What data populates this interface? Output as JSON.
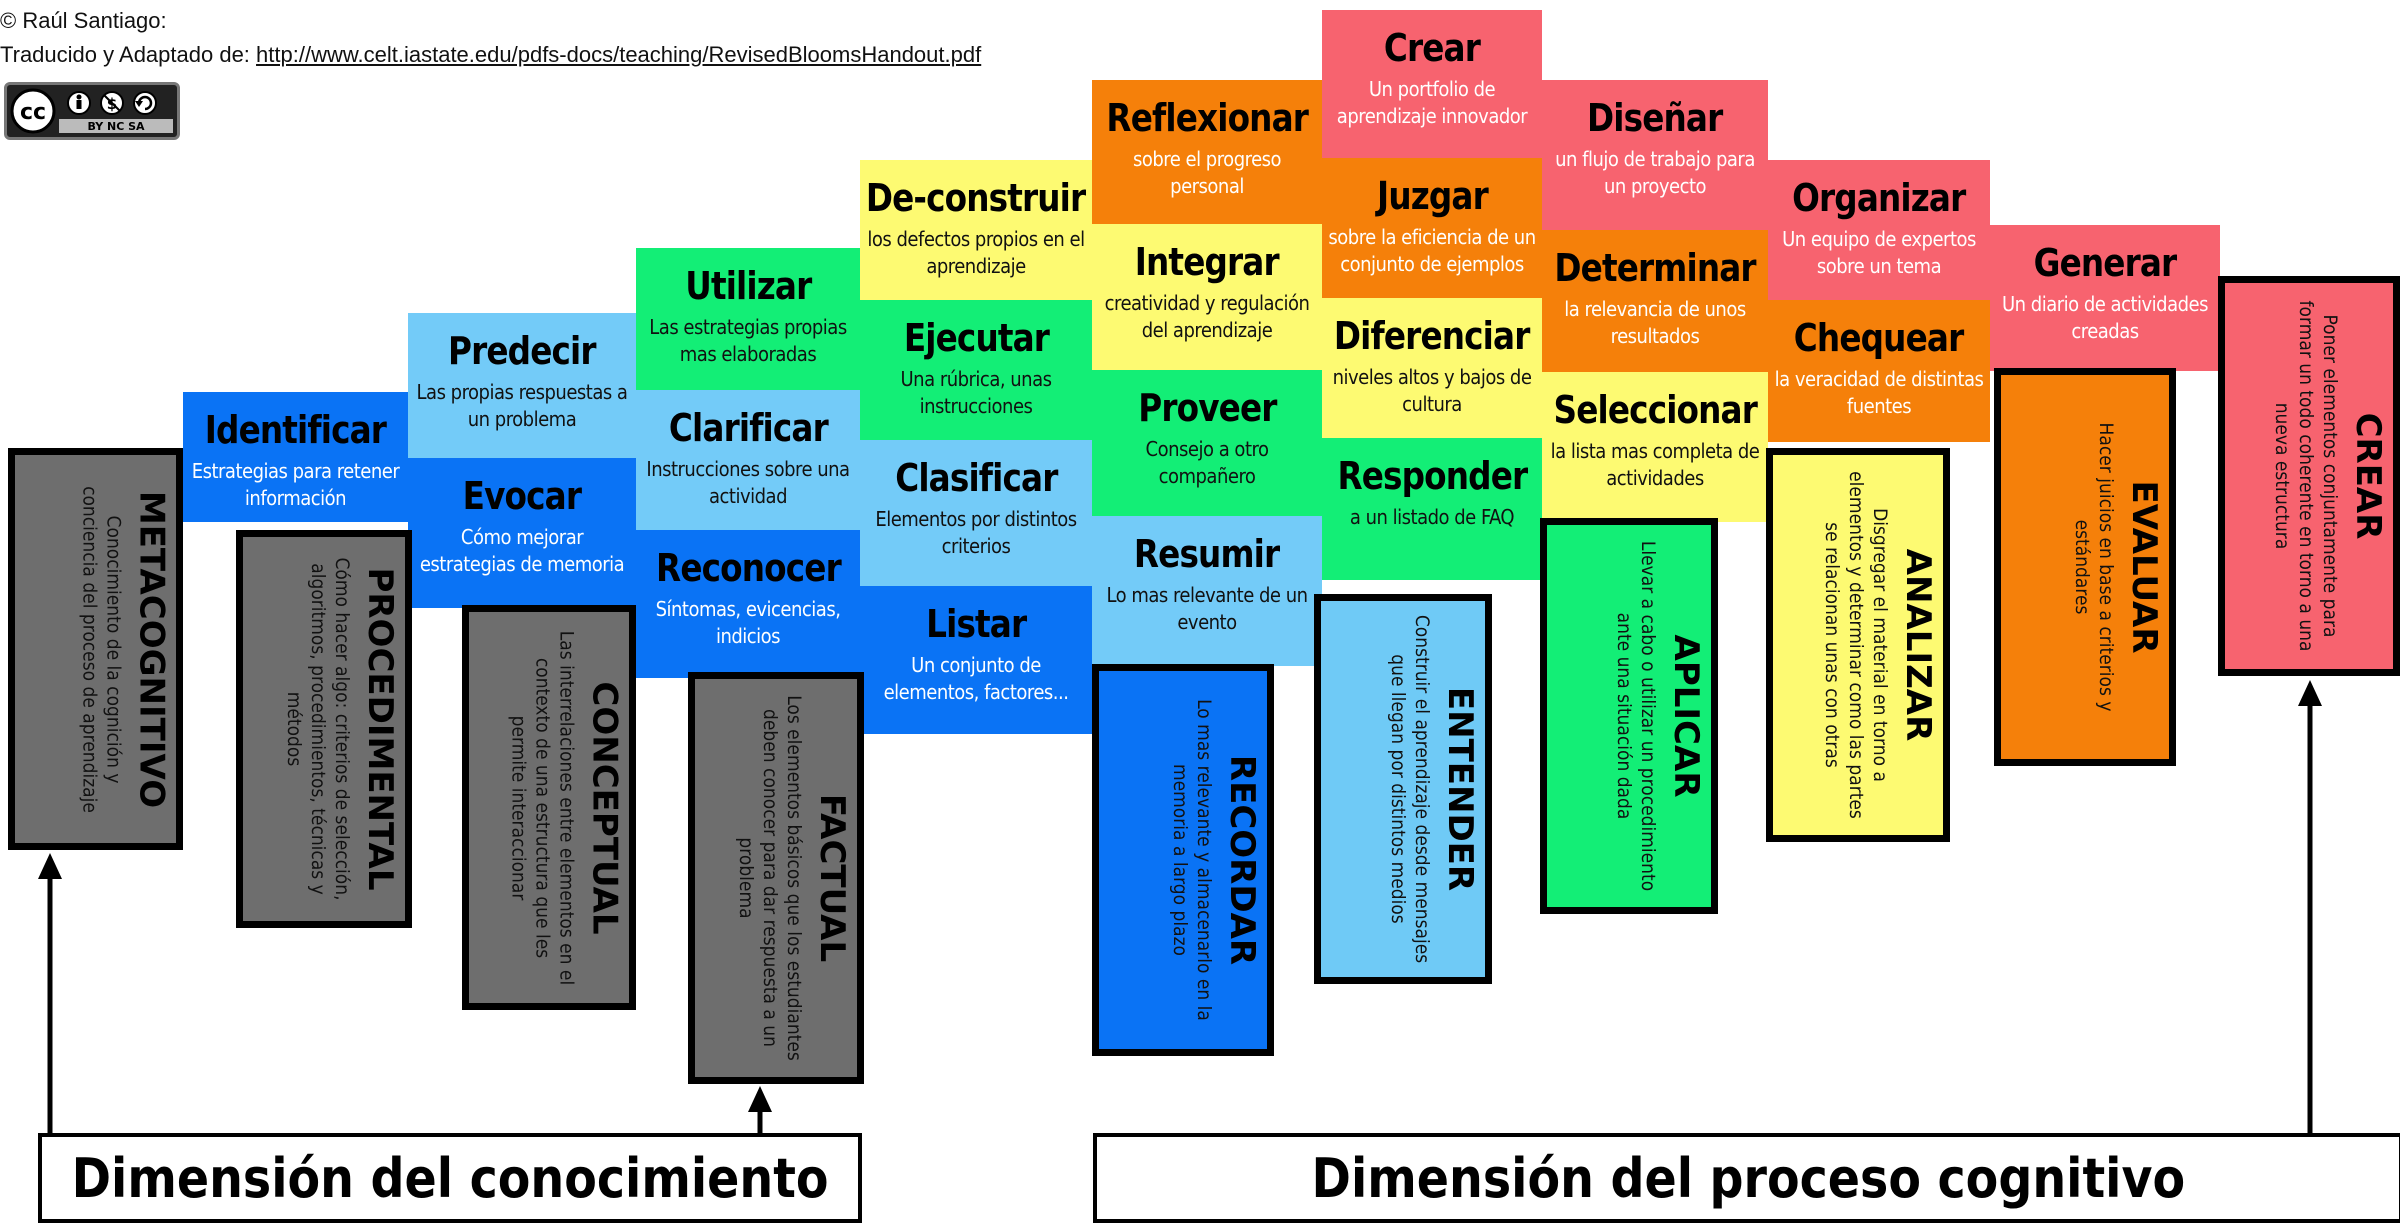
{
  "header": {
    "author": "© Raúl Santiago:",
    "source_prefix": "Traducido y Adaptado de: ",
    "source_url": "http://www.celt.iastate.edu/pdfs-docs/teaching/RevisedBloomsHandout.pdf",
    "license_cc": "cc",
    "license_terms": "BY  NC  SA"
  },
  "colors": {
    "metacognitivo": "#6e6e6e",
    "procedimental": "#0a73f5",
    "conceptual": "#73cbf8",
    "factual": "#13ee76",
    "recordar": "#0a73f5",
    "entender": "#6fcaf6",
    "aplicar": "#13ee76",
    "analizar": "#fdfa72",
    "evaluar": "#f5800a",
    "crear": "#f7636f"
  },
  "cells": [
    {
      "verb": "Identificar",
      "desc": "Estrategias para retener información"
    },
    {
      "verb": "Predecir",
      "desc": "Las propias respuestas a un problema"
    },
    {
      "verb": "Evocar",
      "desc": "Cómo mejorar estrategias de memoria"
    },
    {
      "verb": "Utilizar",
      "desc": "Las estrategias propias mas elaboradas"
    },
    {
      "verb": "Clarificar",
      "desc": "Instrucciones sobre una actividad"
    },
    {
      "verb": "Reconocer",
      "desc": "Síntomas, evicencias, indicios"
    },
    {
      "verb": "De-construir",
      "desc": "los defectos propios en el aprendizaje"
    },
    {
      "verb": "Ejecutar",
      "desc": "Una rúbrica, unas instrucciones"
    },
    {
      "verb": "Clasificar",
      "desc": "Elementos por distintos criterios"
    },
    {
      "verb": "Listar",
      "desc": "Un conjunto de elementos, factores..."
    },
    {
      "verb": "Reflexionar",
      "desc": "sobre el progreso personal"
    },
    {
      "verb": "Integrar",
      "desc": "creatividad y regulación del aprendizaje"
    },
    {
      "verb": "Proveer",
      "desc": "Consejo a otro compañero"
    },
    {
      "verb": "Resumir",
      "desc": "Lo mas relevante de un evento"
    },
    {
      "verb": "Crear",
      "desc": "Un portfolio de aprendizaje innovador"
    },
    {
      "verb": "Juzgar",
      "desc": "sobre la eficiencia de un conjunto de ejemplos"
    },
    {
      "verb": "Diferenciar",
      "desc": "niveles altos y bajos de cultura"
    },
    {
      "verb": "Responder",
      "desc": "a un listado de FAQ"
    },
    {
      "verb": "Diseñar",
      "desc": "un flujo de trabajo para un proyecto"
    },
    {
      "verb": "Determinar",
      "desc": "la relevancia de unos resultados"
    },
    {
      "verb": "Seleccionar",
      "desc": "la lista mas completa de actividades"
    },
    {
      "verb": "Organizar",
      "desc": "Un equipo de expertos sobre un tema"
    },
    {
      "verb": "Chequear",
      "desc": "la veracidad de distintas fuentes"
    },
    {
      "verb": "Generar",
      "desc": "Un diario de actividades creadas"
    }
  ],
  "knowledge": [
    {
      "title": "METACOGNITIVO",
      "desc": "Conocimiento de la cognición y conciencia del proceso de aprendizaje"
    },
    {
      "title": "PROCEDIMENTAL",
      "desc": "Cómo hacer algo: criterios de selección, algoritmos, procedimientos, técnicas y métodos"
    },
    {
      "title": "CONCEPTUAL",
      "desc": "Las interrelaciones entre elementos en el contexto de una estructura que les permite interaccionar"
    },
    {
      "title": "FACTUAL",
      "desc": "Los elementos básicos que los estudiantes deben conocer para dar respuesta a un problema"
    }
  ],
  "process": [
    {
      "title": "RECORDAR",
      "desc": "Lo mas relevante y almacenarlo en la memoria a largo plazo"
    },
    {
      "title": "ENTENDER",
      "desc": "Construir el aprendizaje desde mensajes que llegan por distintos medios"
    },
    {
      "title": "APLICAR",
      "desc": "Llevar a cabo o utilizar un procedimiento ante una situación dada"
    },
    {
      "title": "ANALIZAR",
      "desc": "Disgregar el material en torno a elementos y determinar como las partes se relacionan unas con otras"
    },
    {
      "title": "EVALUAR",
      "desc": "Hacer juicios en base a criterios y estándares"
    },
    {
      "title": "CREAR",
      "desc": "Poner elementos conjuntamente para formar un todo coherente en torno a una nueva estructura"
    }
  ],
  "labels": {
    "knowledge": "Dimensión del conocimiento",
    "process": "Dimensión del proceso cognitivo"
  }
}
